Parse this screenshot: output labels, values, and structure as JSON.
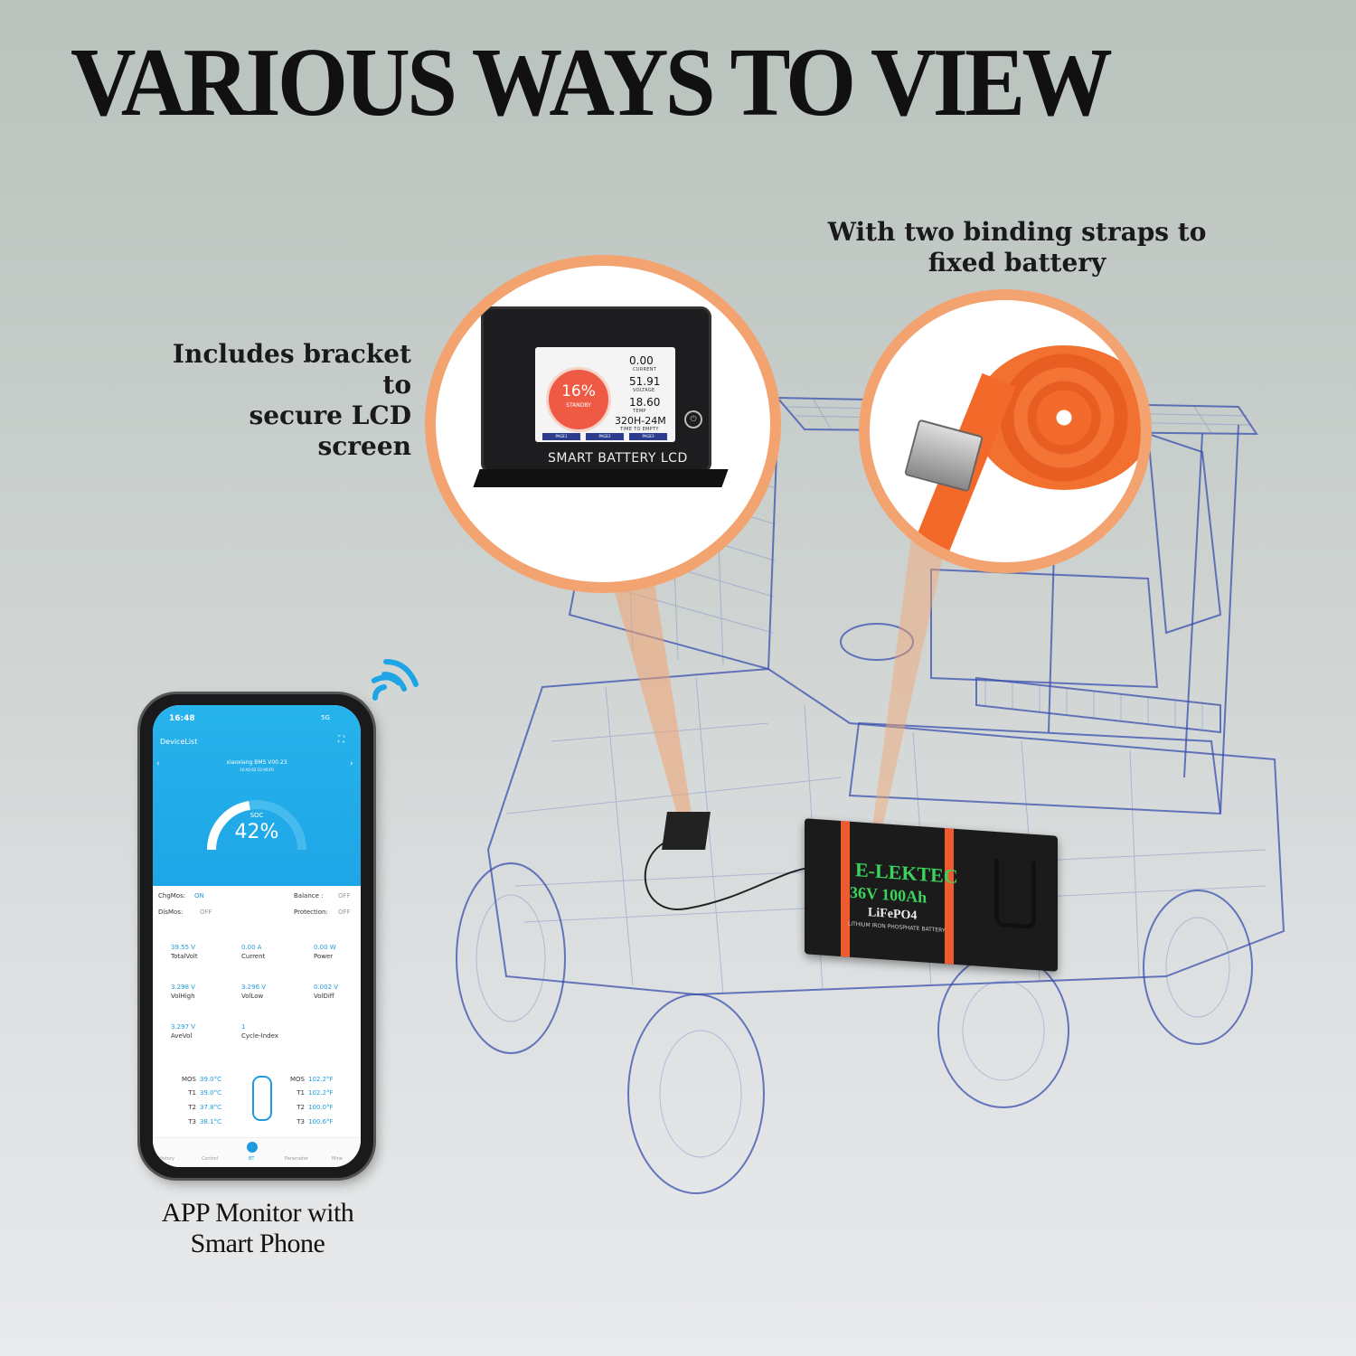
{
  "headline": "VARIOUS WAYS TO VIEW",
  "callouts": {
    "bracket_line1": "Includes bracket to",
    "bracket_line2": "secure LCD screen",
    "straps_line1": "With two binding straps to",
    "straps_line2": "fixed battery",
    "app_line1": "APP Monitor with",
    "app_line2": "Smart Phone"
  },
  "lcd": {
    "soc": "16%",
    "state": "STANDBY",
    "current_value": "0.00",
    "current_label": "CURRENT",
    "voltage_value": "51.91",
    "voltage_label": "VOLTAGE",
    "temp_value": "18.60",
    "temp_label": "TEMP",
    "time_value": "320H-24M",
    "time_label": "TIME TO EMPTY",
    "page_buttons": [
      "PAGE1",
      "PAGE2",
      "PAGE3"
    ],
    "caption": "SMART BATTERY LCD"
  },
  "battery": {
    "brand": "E-LEKTEC",
    "rating": "36V 100Ah",
    "chem": "LiFePO4",
    "sub": "LITHIUM IRON PHOSPHATE BATTERY"
  },
  "phone": {
    "time": "16:48",
    "status": "5G",
    "nav_title": "DeviceList",
    "device_name": "xiaoxiang BMS V00.23",
    "device_mac": "10:A5:62:32:A6:F0",
    "soc_label": "SOC",
    "soc_value": "42%",
    "switches": [
      {
        "label": "ChgMos:",
        "value": "ON"
      },
      {
        "label": "Balance :",
        "value": "OFF"
      },
      {
        "label": "DisMos:",
        "value": "OFF"
      },
      {
        "label": "Protection:",
        "value": "OFF"
      }
    ],
    "metrics": [
      {
        "value": "39.55 V",
        "label": "TotalVolt"
      },
      {
        "value": "0.00 A",
        "label": "Current"
      },
      {
        "value": "0.00 W",
        "label": "Power"
      },
      {
        "value": "3.298 V",
        "label": "VolHigh"
      },
      {
        "value": "3.296 V",
        "label": "VolLow"
      },
      {
        "value": "0.002 V",
        "label": "VolDiff"
      },
      {
        "value": "3.297 V",
        "label": "AveVol"
      },
      {
        "value": "1",
        "label": "Cycle-Index"
      }
    ],
    "temps_c": [
      {
        "label": "MOS",
        "value": "39.0°C"
      },
      {
        "label": "T1",
        "value": "39.0°C"
      },
      {
        "label": "T2",
        "value": "37.8°C"
      },
      {
        "label": "T3",
        "value": "38.1°C"
      }
    ],
    "temps_f": [
      {
        "label": "MOS",
        "value": "102.2°F"
      },
      {
        "label": "T1",
        "value": "102.2°F"
      },
      {
        "label": "T2",
        "value": "100.0°F"
      },
      {
        "label": "T3",
        "value": "100.6°F"
      }
    ],
    "tabs": [
      "History",
      "Control",
      "BT",
      "Parameter",
      "Mine"
    ]
  },
  "colors": {
    "accent_orange": "#f3a36f",
    "app_blue": "#1ea5e6",
    "wireframe_blue": "#3a4fae"
  }
}
